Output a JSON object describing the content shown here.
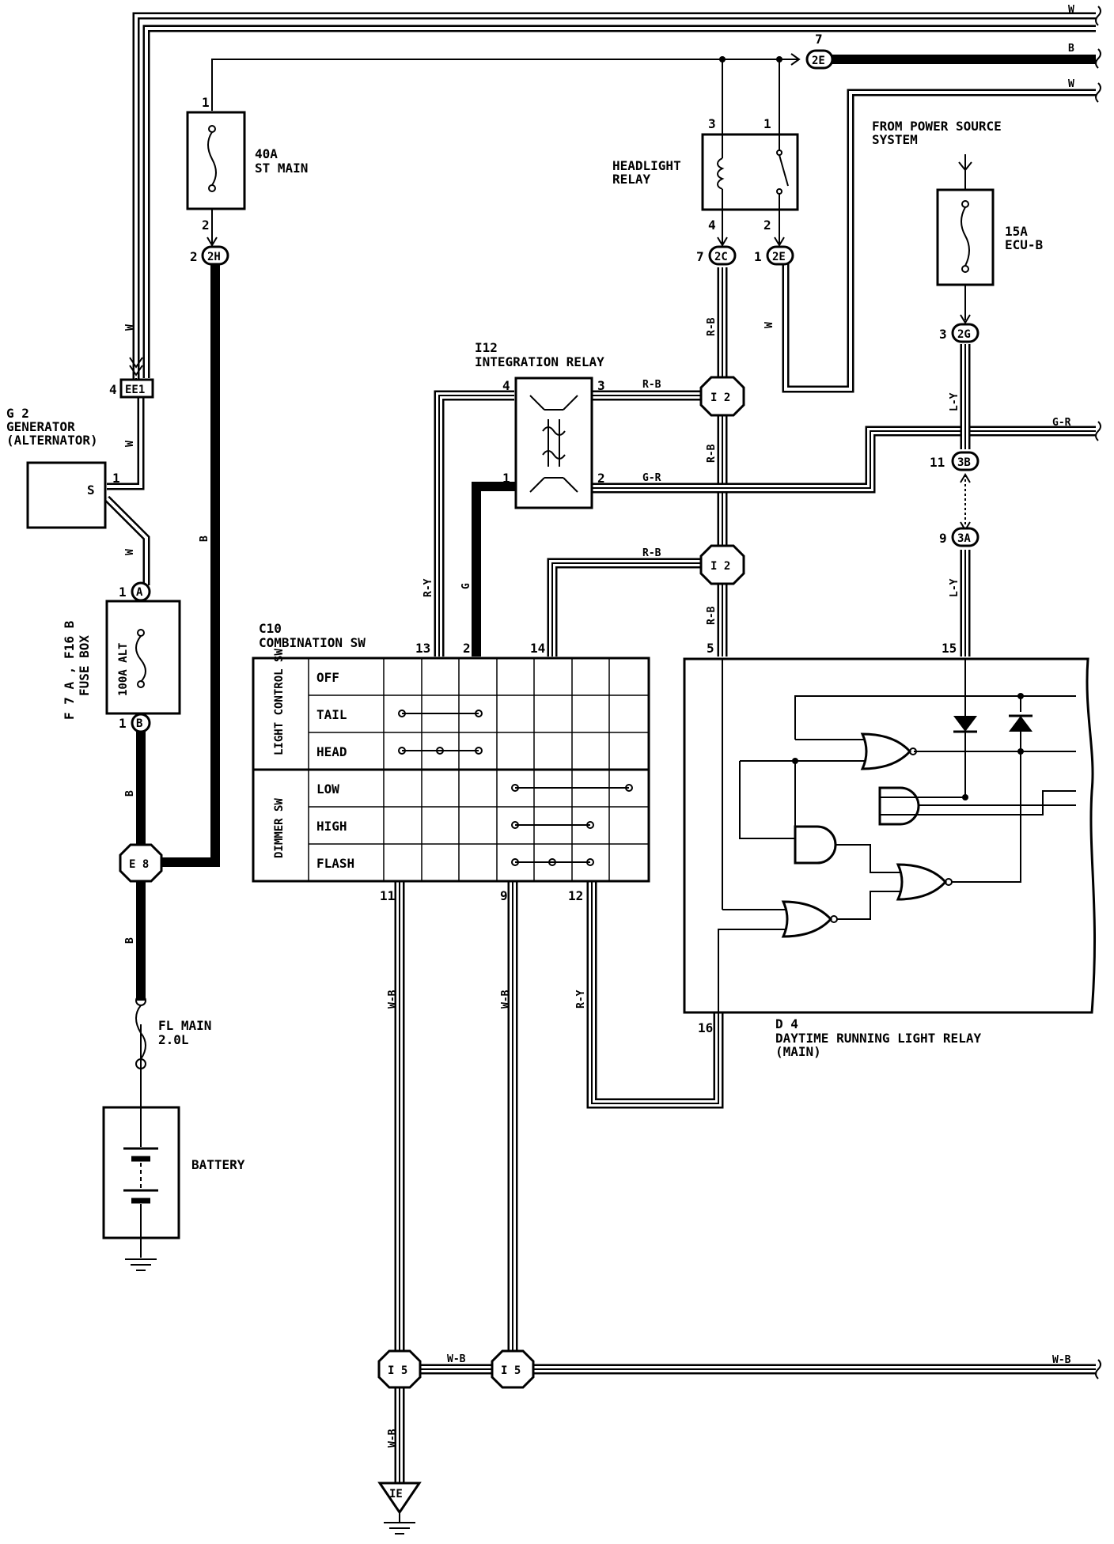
{
  "components": {
    "fuse_st_main": {
      "rating": "40A",
      "name": "ST MAIN",
      "pin_top": "1",
      "pin_bottom": "2"
    },
    "headlight_relay": {
      "line1": "HEADLIGHT",
      "line2": "RELAY",
      "pins": [
        "3",
        "1",
        "4",
        "2"
      ]
    },
    "power_source": {
      "line1": "FROM POWER SOURCE",
      "line2": "SYSTEM"
    },
    "fuse_ecu_b": {
      "rating": "15A",
      "name": "ECU-B"
    },
    "generator": {
      "code": "G 2",
      "line1": "GENERATOR",
      "line2": "(ALTERNATOR)",
      "terminal": "S",
      "pin": "1"
    },
    "integration_relay": {
      "code": "I12",
      "name": "INTEGRATION RELAY",
      "pins": [
        "4",
        "3",
        "1",
        "2"
      ]
    },
    "fuse_box": {
      "code": "F 7 A , F16 B",
      "name": "FUSE BOX",
      "fuse": "100A ALT",
      "pin_a": "1",
      "pin_b": "1"
    },
    "fl_main": {
      "line1": "FL MAIN",
      "line2": "2.0L"
    },
    "battery": {
      "name": "BATTERY"
    },
    "combination_sw": {
      "code": "C10",
      "name": "COMBINATION SW",
      "pins_top": [
        "13",
        "2",
        "14"
      ],
      "pins_bottom": [
        "11",
        "9",
        "12"
      ],
      "light_group": "LIGHT CONTROL SW",
      "dimmer_group": "DIMMER SW",
      "rows": [
        "OFF",
        "TAIL",
        "HEAD",
        "LOW",
        "HIGH",
        "FLASH"
      ]
    },
    "drl_relay": {
      "code": "D 4",
      "line1": "DAYTIME RUNNING LIGHT RELAY",
      "line2": "(MAIN)",
      "pins": [
        "5",
        "15",
        "16"
      ]
    }
  },
  "connectors": {
    "c2e_top": {
      "label": "2E",
      "pin": "7"
    },
    "c2h": {
      "label": "2H",
      "pin": "2"
    },
    "c2c": {
      "label": "2C",
      "pin": "7"
    },
    "c2e_bot": {
      "label": "2E",
      "pin": "1"
    },
    "c2g": {
      "label": "2G",
      "pin": "3"
    },
    "c3b": {
      "label": "3B",
      "pin": "11"
    },
    "c3a": {
      "label": "3A",
      "pin": "9"
    },
    "eei": {
      "label": "EE1",
      "pin": "4"
    },
    "fuse_a": {
      "label": "A"
    },
    "fuse_b": {
      "label": "B"
    },
    "ground": {
      "label": "IE"
    }
  },
  "junctions": {
    "i2_upper": "I 2",
    "i2_lower": "I 2",
    "e8": "E 8",
    "i5_left": "I 5",
    "i5_right": "I 5"
  },
  "wire_colors": {
    "w": "W",
    "b": "B",
    "r_b": "R-B",
    "g_r": "G-R",
    "l_y": "L-Y",
    "r_y": "R-Y",
    "g": "G",
    "w_b": "W-B"
  }
}
